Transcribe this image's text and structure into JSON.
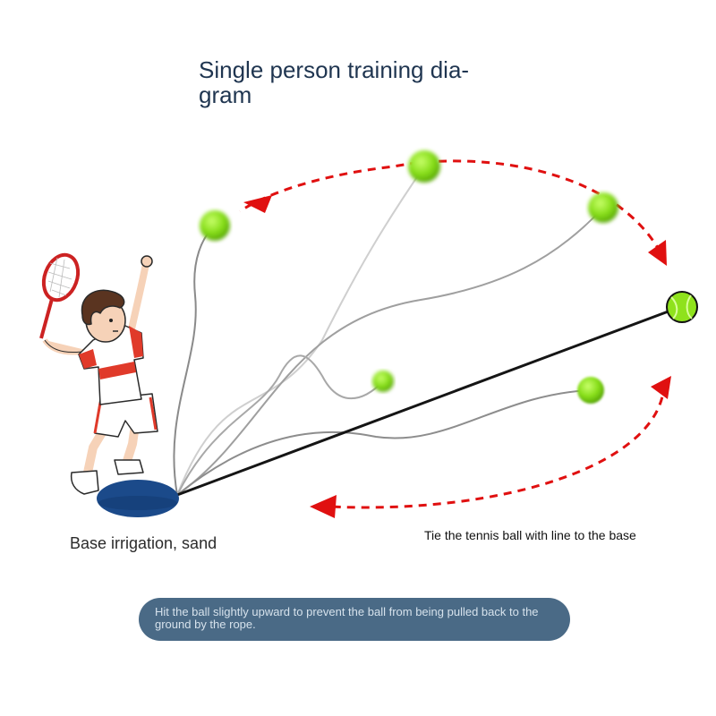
{
  "title": {
    "line1": "Single person training dia-",
    "line2": "gram"
  },
  "labels": {
    "base": "Base irrigation, sand",
    "tie": "Tie the tennis ball with line to the base"
  },
  "tip": {
    "text": "Hit the ball slightly upward to prevent the ball from being pulled back to the ground by the rope."
  },
  "colors": {
    "title": "#1f3550",
    "arrow": "#e01010",
    "ball": "#8fe21c",
    "base": "#1b4a8a",
    "rope": "#9a9a9a",
    "tip_bg": "#4a6a86",
    "shirt_accent": "#e03a2a"
  }
}
